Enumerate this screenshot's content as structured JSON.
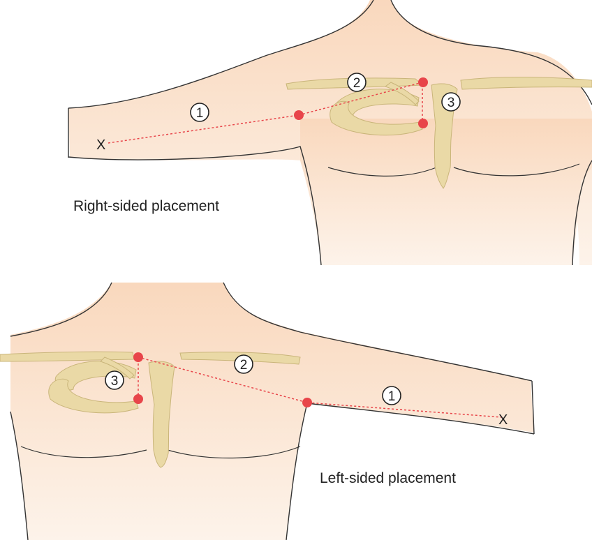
{
  "top_panel": {
    "caption": "Right-sided placement",
    "labels": {
      "step1": "1",
      "step2": "2",
      "step3": "3",
      "insertion": "X"
    }
  },
  "bottom_panel": {
    "caption": "Left-sided placement",
    "labels": {
      "step1": "1",
      "step2": "2",
      "step3": "3",
      "insertion": "X"
    }
  },
  "colors": {
    "skin": "#fbe2cc",
    "skin_light": "#fdf0e3",
    "outline": "#333333",
    "bone": "#ead9a6",
    "bone_outline": "#c9b57a",
    "marker": "#e8454a",
    "dotted_line": "#e8454a"
  }
}
